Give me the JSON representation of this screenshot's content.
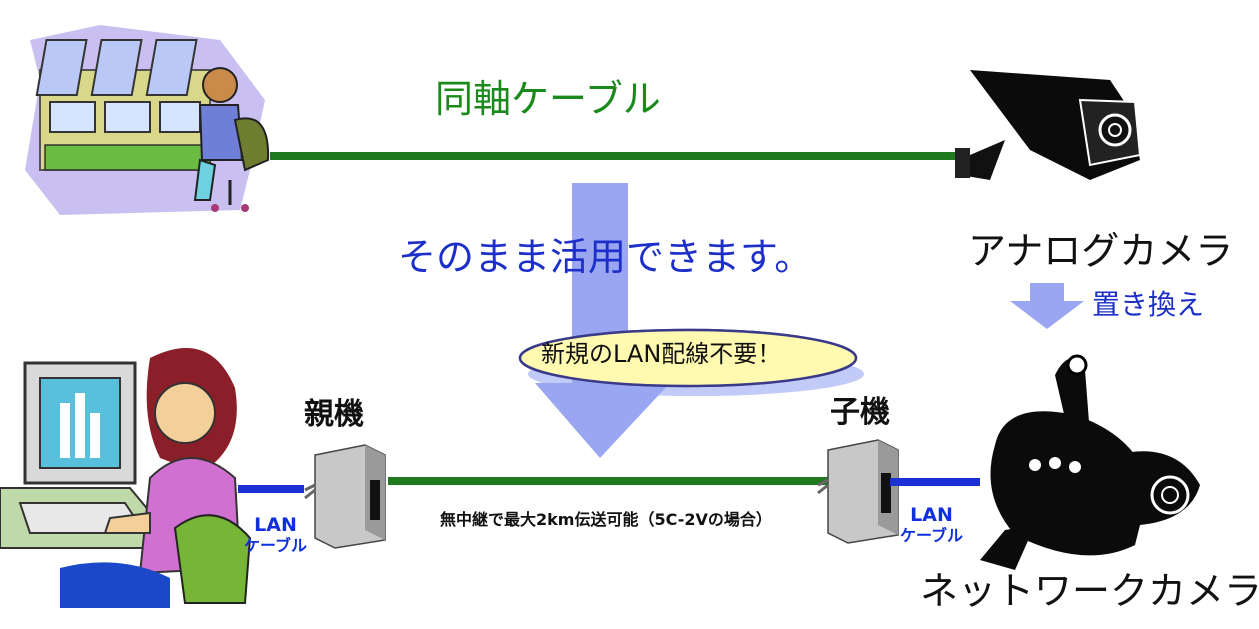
{
  "labels": {
    "coax_cable": "同軸ケーブル",
    "reuse_message": "そのまま活用できます。",
    "analog_camera": "アナログカメラ",
    "replace": "置き換え",
    "no_new_lan": "新規のLAN配線不要！",
    "parent_unit": "親機",
    "child_unit": "子機",
    "distance_note": "無中継で最大2km伝送可能（5C-2Vの場合）",
    "lan_left": "LAN",
    "lan_left_cable": "ケーブル",
    "lan_right": "LAN",
    "lan_right_cable": "ケーブル",
    "network_camera": "ネットワークカメラ"
  },
  "colors": {
    "coax_line": "#1f7a1f",
    "lan_line": "#1a2fd6",
    "arrow_fill": "#9aa6f2",
    "callout_fill": "#fffab0"
  },
  "icons": {
    "operator": "control-room-operator-icon",
    "analog": "cctv-camera-icon",
    "network": "network-camera-icon",
    "office": "pc-user-icon",
    "parent": "parent-adapter-icon",
    "child": "child-adapter-icon"
  }
}
